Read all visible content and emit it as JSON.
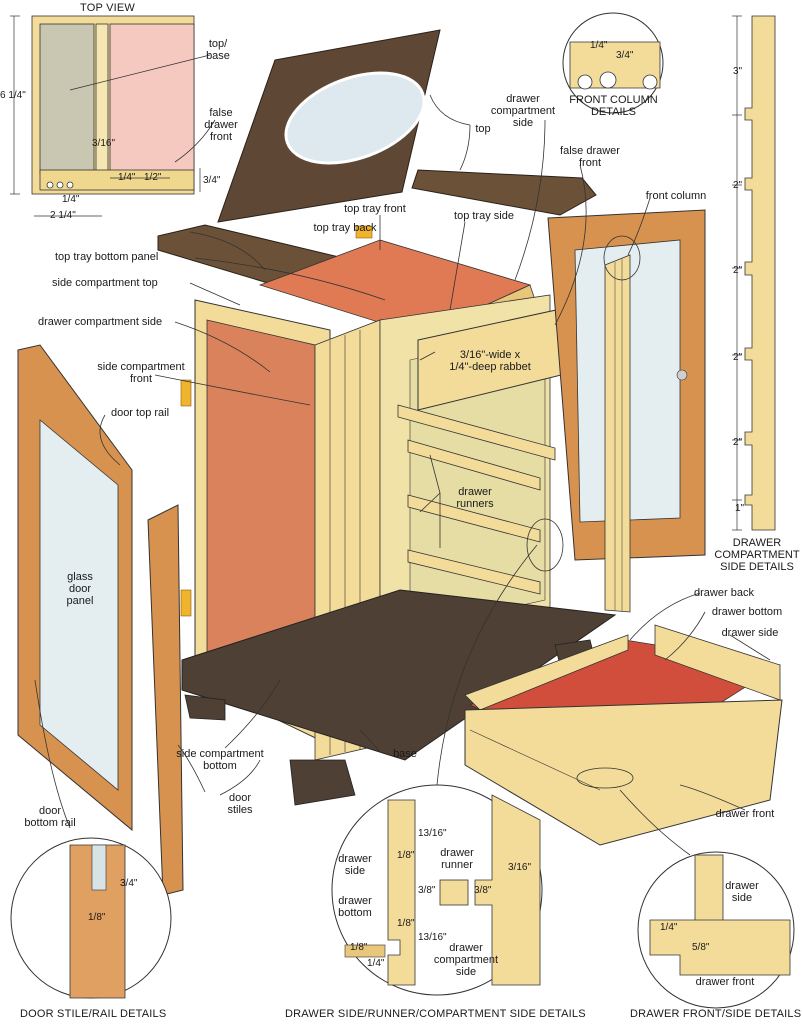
{
  "captions": {
    "top_view": "TOP VIEW",
    "front_column_details": "FRONT COLUMN\nDETAILS",
    "drawer_compartment_side_details": "DRAWER\nCOMPARTMENT\nSIDE DETAILS",
    "door_stile_rail_details": "DOOR STILE/RAIL DETAILS",
    "drawer_side_runner_details": "DRAWER SIDE/RUNNER/COMPARTMENT SIDE DETAILS",
    "drawer_front_side_details": "DRAWER FRONT/SIDE DETAILS"
  },
  "labels": {
    "top_base": "top/\nbase",
    "false_drawer_front_tv": "false\ndrawer\nfront",
    "drawer_compartment_side_top": "drawer\ncompartment\nside",
    "top": "top",
    "false_drawer_front": "false drawer\nfront",
    "front_column": "front column",
    "top_tray_front": "top tray front",
    "top_tray_side": "top tray side",
    "top_tray_back": "top tray back",
    "top_tray_bottom_panel": "top tray bottom panel",
    "side_compartment_top": "side compartment top",
    "drawer_compartment_side": "drawer compartment side",
    "side_compartment_front": "side compartment\nfront",
    "rabbet": "3/16\"-wide x\n1/4\"-deep rabbet",
    "door_top_rail": "door top rail",
    "drawer_runners": "drawer\nrunners",
    "glass_door_panel": "glass\ndoor\npanel",
    "drawer_back": "drawer back",
    "drawer_bottom": "drawer bottom",
    "drawer_side": "drawer side",
    "side_compartment_bottom": "side compartment\nbottom",
    "base": "base",
    "door_stiles": "door\nstiles",
    "door_bottom_rail": "door\nbottom rail",
    "drawer_front": "drawer front",
    "detail_drawer_side": "drawer\nside",
    "detail_drawer_runner": "drawer\nrunner",
    "detail_drawer_bottom": "drawer\nbottom",
    "detail_compartment_side": "drawer\ncompartment\nside",
    "detail_fs_drawer_side": "drawer\nside",
    "detail_fs_drawer_front": "drawer front"
  },
  "dimensions": {
    "top_view_height": "6 1/4\"",
    "top_view_width": "2 1/4\"",
    "tv_3_16": "3/16\"",
    "tv_1_4a": "1/4\"",
    "tv_1_2": "1/2\"",
    "tv_3_4": "3/4\"",
    "tv_1_4b": "1/4\"",
    "fc_1_4": "1/4\"",
    "fc_3_4": "3/4\"",
    "side_3": "3\"",
    "side_2a": "2\"",
    "side_2b": "2\"",
    "side_2c": "2\"",
    "side_2d": "2\"",
    "side_1": "1\"",
    "ds_3_4": "3/4\"",
    "ds_1_8": "1/8\"",
    "dr_13_16a": "13/16\"",
    "dr_1_8a": "1/8\"",
    "dr_3_8a": "3/8\"",
    "dr_3_8b": "3/8\"",
    "dr_1_8b": "1/8\"",
    "dr_13_16b": "13/16\"",
    "dr_1_4": "1/4\"",
    "dr_1_8c": "1/8\"",
    "dr_3_16": "3/16\"",
    "df_1_4": "1/4\"",
    "df_5_8": "5/8\""
  },
  "colors": {
    "wood_light": "#f3dc9a",
    "wood_mid": "#e8c77a",
    "wood_dark": "#6b5138",
    "wood_walnut": "#5a4330",
    "cherry": "#d9825b",
    "cherry_light": "#f0b79a",
    "door_wood": "#d7924f",
    "glass": "#e4edf0",
    "base_dark": "#4e4034",
    "hinge": "#f0b42c",
    "line": "#333333"
  }
}
